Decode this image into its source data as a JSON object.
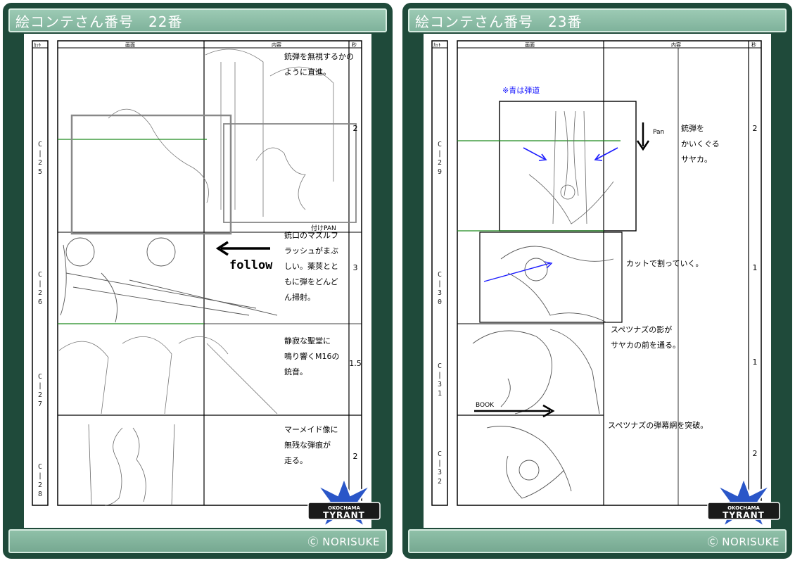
{
  "colors": {
    "frame": "#1f4a3a",
    "bar": "#8fc0a8",
    "blue_note": "#1a1aff",
    "green_line": "#1e8a1e"
  },
  "boards": [
    {
      "title": "絵コンテさん番号　22番",
      "headers": {
        "cut": "ｶｯﾄ",
        "screen": "画面",
        "content": "内容",
        "sec": "秒"
      },
      "cuts": [
        {
          "label": "C-25",
          "desc": [
            "銃弾を無視するかの",
            "ように直進。"
          ],
          "sec": "2"
        },
        {
          "label": "C-26",
          "desc": [
            "銃口のマズルフ",
            "ラッシュがまぶ",
            "しい。薬莢とと",
            "もに弾をどんど",
            "ん掃射。"
          ],
          "sec": "3"
        },
        {
          "label": "C-27",
          "desc": [
            "静寂な聖堂に",
            "鳴り響くM16の",
            "銃音。"
          ],
          "sec": "1.5"
        },
        {
          "label": "C-28",
          "desc": [
            "マーメイド像に",
            "無残な弾痕が",
            "走る。"
          ],
          "sec": "2"
        }
      ],
      "annotations": {
        "follow": "follow",
        "pan": "付けPAN"
      },
      "logo": {
        "top": "OKOCHAMA",
        "main": "TYRANT"
      },
      "credit": "Ⓒ NORISUKE"
    },
    {
      "title": "絵コンテさん番号　23番",
      "headers": {
        "cut": "ｶｯﾄ",
        "screen": "画面",
        "content": "内容",
        "sec": "秒"
      },
      "cuts": [
        {
          "label": "C-29",
          "desc": [
            "銃弾を",
            "かいくぐる",
            "サヤカ。"
          ],
          "sec": "2"
        },
        {
          "label": "C-30",
          "desc": [
            "カットで割っていく。"
          ],
          "sec": "1"
        },
        {
          "label": "C-31",
          "desc": [
            "スペツナズの影が",
            "サヤカの前を通る。"
          ],
          "sec": "1"
        },
        {
          "label": "C-32",
          "desc": [
            "スペツナズの弾幕網を突破。"
          ],
          "sec": "2"
        }
      ],
      "annotations": {
        "blue_note": "※青は弾道",
        "pan": "Pan",
        "book": "BOOK"
      },
      "logo": {
        "top": "OKOCHAMA",
        "main": "TYRANT"
      },
      "credit": "Ⓒ NORISUKE"
    }
  ]
}
